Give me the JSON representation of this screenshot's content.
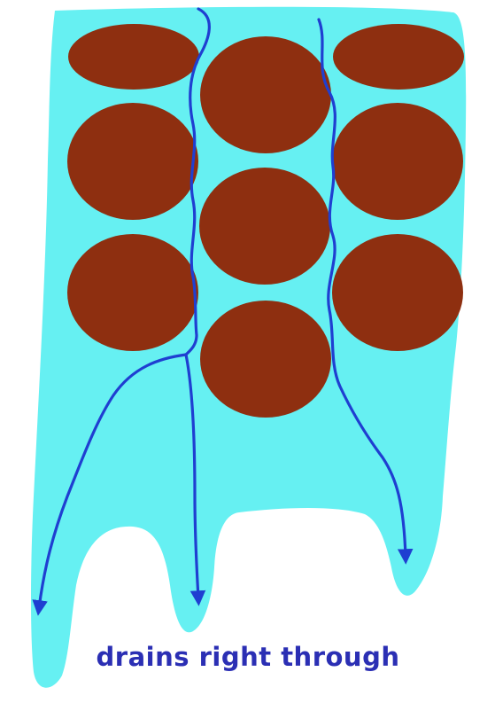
{
  "caption": "drains right through",
  "colors": {
    "background": "#ffffff",
    "water": "#66f0f2",
    "particle": "#8e2f10",
    "flow": "#1f3fd1",
    "caption": "#2b2fb4"
  },
  "icons": {
    "particles": "soil-particle",
    "flow_paths": "drainage-arrow"
  }
}
